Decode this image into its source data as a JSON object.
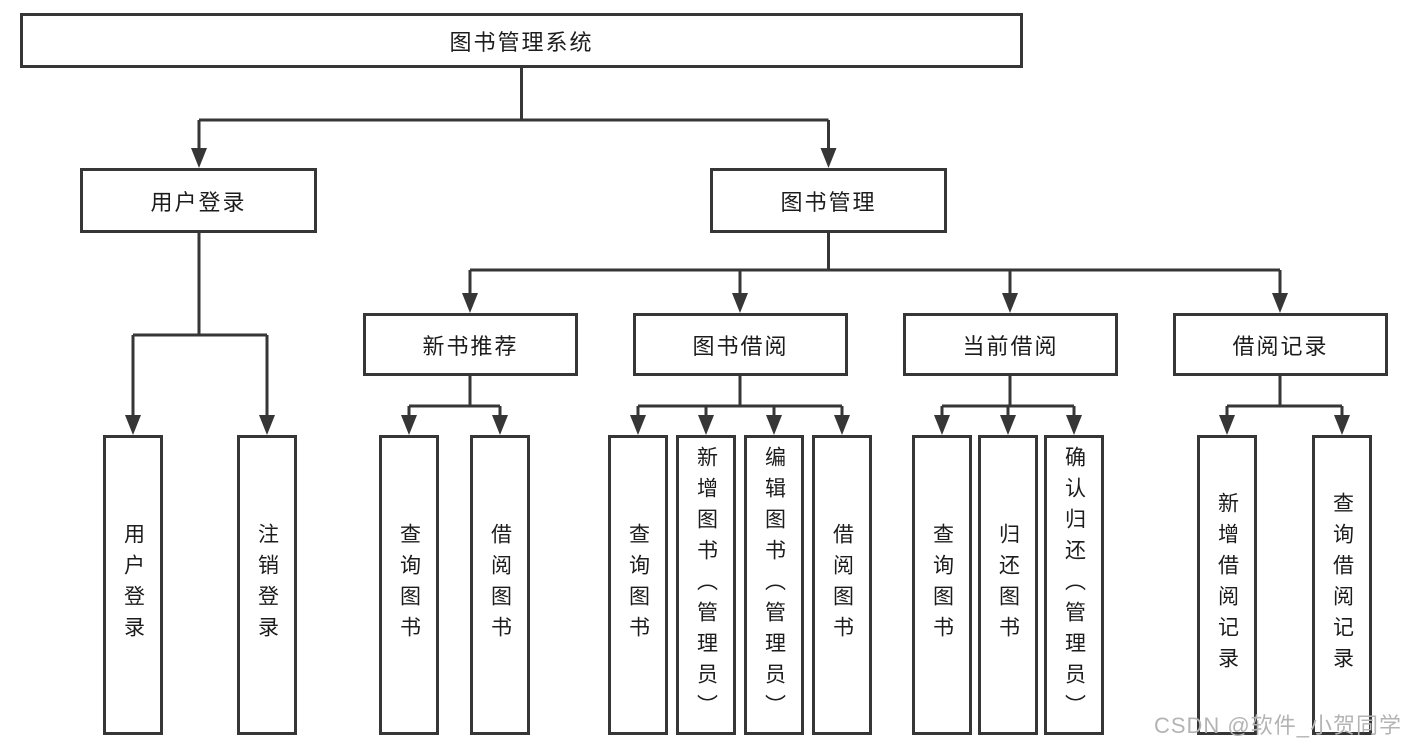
{
  "title": "图书管理系统",
  "watermark": "CSDN @软件_小贺同学",
  "colors": {
    "line": "#363636",
    "text": "#1c1c1c",
    "background": "#ffffff",
    "watermark": "#b4b4b4"
  },
  "level2": [
    {
      "label": "用户登录"
    },
    {
      "label": "图书管理"
    }
  ],
  "level3": [
    {
      "label": "新书推荐"
    },
    {
      "label": "图书借阅"
    },
    {
      "label": "当前借阅"
    },
    {
      "label": "借阅记录"
    }
  ],
  "leaves": {
    "login": [
      {
        "label": "用户登录"
      },
      {
        "label": "注销登录"
      }
    ],
    "rec": [
      {
        "label": "查询图书"
      },
      {
        "label": "借阅图书"
      }
    ],
    "borrow": [
      {
        "label": "查询图书"
      },
      {
        "label": "新增图书（管理员）"
      },
      {
        "label": "编辑图书（管理员）"
      },
      {
        "label": "借阅图书"
      }
    ],
    "current": [
      {
        "label": "查询图书"
      },
      {
        "label": "归还图书"
      },
      {
        "label": "确认归还（管理员）"
      }
    ],
    "record": [
      {
        "label": "新增借阅记录"
      },
      {
        "label": "查询借阅记录"
      }
    ]
  }
}
